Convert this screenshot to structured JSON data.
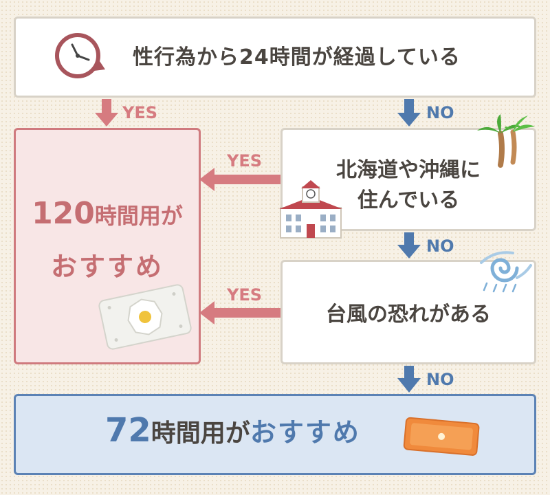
{
  "q1": {
    "text": "性行為から24時間が経過している",
    "icon": "clock-icon"
  },
  "q2": {
    "line1": "北海道や沖縄に",
    "line2": "住んでいる",
    "icons": [
      "palm-tree-icon",
      "clock-tower-building-icon"
    ]
  },
  "q3": {
    "text": "台風の恐れがある",
    "icon": "typhoon-icon"
  },
  "labels": {
    "yes": "YES",
    "no": "NO"
  },
  "result120": {
    "number": "120",
    "unit": "時間用が",
    "suffix": "おすすめ",
    "icon": "patch-120-icon"
  },
  "result72": {
    "number": "72",
    "unit": "時間用が",
    "suffix": "おすすめ",
    "icon": "patch-72-icon"
  },
  "colors": {
    "yes": "#d67b80",
    "no": "#4f79ad",
    "pink_text": "#c56e72",
    "blue_text": "#4f79ad"
  }
}
